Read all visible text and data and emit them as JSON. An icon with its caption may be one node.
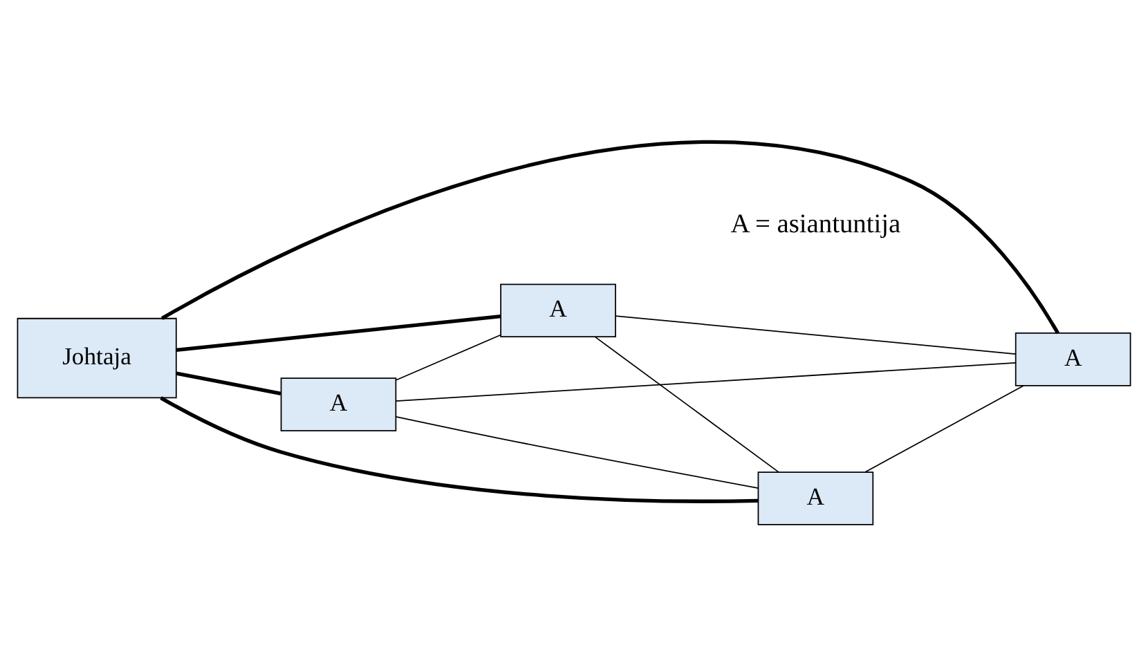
{
  "diagram": {
    "nodes": [
      {
        "text": [
          "Johtaja"
        ]
      },
      {
        "text": [
          "A"
        ]
      },
      {
        "text": [
          "A"
        ]
      },
      {
        "text": [
          "A"
        ]
      },
      {
        "text": [
          "A"
        ]
      }
    ],
    "edges": [
      {
        "from": 0,
        "to": 1,
        "arrow": "none",
        "style": "thick"
      },
      {
        "from": 0,
        "to": 3,
        "arrow": "none",
        "style": "thick"
      },
      {
        "from": 0,
        "to": 2,
        "arrow": "none",
        "style": "thick"
      },
      {
        "from": 0,
        "to": 4,
        "arrow": "none",
        "style": "thick"
      },
      {
        "from": 1,
        "to": 2,
        "arrow": "none"
      },
      {
        "from": 1,
        "to": 3,
        "arrow": "none"
      },
      {
        "from": 1,
        "to": 4,
        "arrow": "none"
      },
      {
        "from": 2,
        "to": 3,
        "arrow": "none"
      },
      {
        "from": 2,
        "to": 4,
        "arrow": "none"
      },
      {
        "from": 3,
        "to": 4,
        "arrow": "none"
      }
    ],
    "labels": [
      "A = asiantuntija"
    ]
  }
}
